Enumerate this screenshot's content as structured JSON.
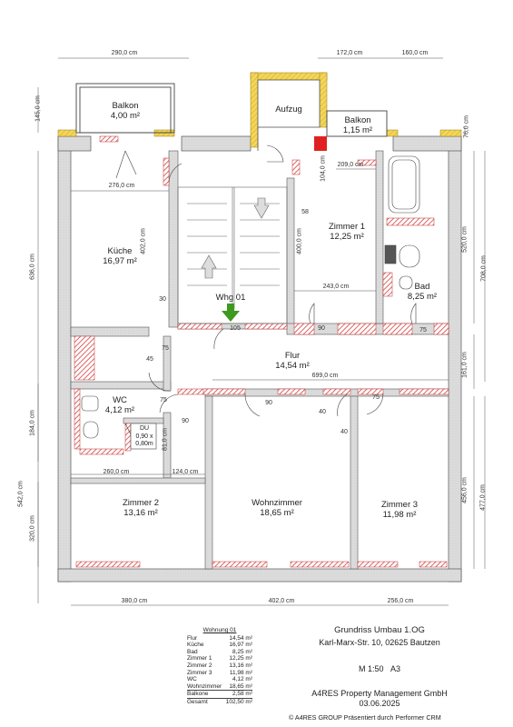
{
  "plan": {
    "rooms": {
      "balkon1": {
        "name": "Balkon",
        "area": "4,00 m²"
      },
      "aufzug": {
        "name": "Aufzug"
      },
      "balkon2": {
        "name": "Balkon",
        "area": "1,15 m²"
      },
      "kueche": {
        "name": "Küche",
        "area": "16,97 m²"
      },
      "zimmer1": {
        "name": "Zimmer 1",
        "area": "12,25 m²"
      },
      "bad": {
        "name": "Bad",
        "area": "8,25 m²"
      },
      "whg": {
        "name": "Whg 01"
      },
      "flur": {
        "name": "Flur",
        "area": "14,54 m²"
      },
      "wc": {
        "name": "WC",
        "area": "4,12 m²"
      },
      "du_name": "DU",
      "du_size1": "0,90 x",
      "du_size2": "0,80m",
      "zimmer2": {
        "name": "Zimmer 2",
        "area": "13,16 m²"
      },
      "wohnzimmer": {
        "name": "Wohnzimmer",
        "area": "18,65 m²"
      },
      "zimmer3": {
        "name": "Zimmer 3",
        "area": "11,98 m²"
      }
    },
    "dims": {
      "top_290": "290,0 cm",
      "top_172": "172,0 cm",
      "top_160": "160,0 cm",
      "left_145": "145,0 cm",
      "right_76": "76,0 cm",
      "d_209": "209,0 cm",
      "d_104": "104,0 cm",
      "d_276": "276,0 cm",
      "d_58": "58",
      "d_402v": "402,0 cm",
      "d_400v": "400,0 cm",
      "d_243": "243,0 cm",
      "d_30": "30",
      "d_105": "105",
      "d_90a": "90",
      "d_75a": "75",
      "d_75b": "75",
      "d_45": "45",
      "d_699": "699,0 cm",
      "d_75c": "75",
      "d_90b": "90",
      "d_75d": "75",
      "d_40a": "40",
      "d_40b": "40",
      "d_90c": "90",
      "d_81v": "81,0 cm",
      "d_260": "260,0 cm",
      "d_124": "124,0 cm",
      "left_636": "636,0 cm",
      "left_184": "184,0 cm",
      "left_542": "542,0 cm",
      "left_320": "320,0 cm",
      "right_520": "520,0 cm",
      "right_708": "708,0 cm",
      "right_161": "161,0 cm",
      "right_456": "456,0 cm",
      "right_477": "477,0 cm",
      "bot_380": "380,0 cm",
      "bot_402": "402,0 cm",
      "bot_256": "256,0 cm"
    }
  },
  "areas": {
    "title": "Wohnung 01",
    "rows": [
      {
        "name": "Flur",
        "value": "14,54 m²"
      },
      {
        "name": "Küche",
        "value": "16,97 m²"
      },
      {
        "name": "Bad",
        "value": "8,25 m²"
      },
      {
        "name": "Zimmer 1",
        "value": "12,25 m²"
      },
      {
        "name": "Zimmer 2",
        "value": "13,16 m²"
      },
      {
        "name": "Zimmer 3",
        "value": "11,98 m²"
      },
      {
        "name": "WC",
        "value": "4,12 m²"
      },
      {
        "name": "Wohnzimmer",
        "value": "18,65 m²"
      },
      {
        "name": "Balkone",
        "value": "2,58 m²"
      }
    ],
    "total": {
      "name": "Gesamt",
      "value": "102,50 m²"
    }
  },
  "titleblock": {
    "title": "Grundriss Umbau 1.OG",
    "address": "Karl-Marx-Str. 10, 02625 Bautzen",
    "scale": "M 1:50",
    "format": "A3",
    "company": "A4RES Property Management GmbH",
    "date": "03.06.2025"
  },
  "credit": "© A4RES GROUP Präsentiert durch Performer CRM",
  "colors": {
    "wall": "#d9d9d9",
    "hatch": "#d44040",
    "insulation": "#f1d04a",
    "arrow": "#3d9a1e"
  }
}
